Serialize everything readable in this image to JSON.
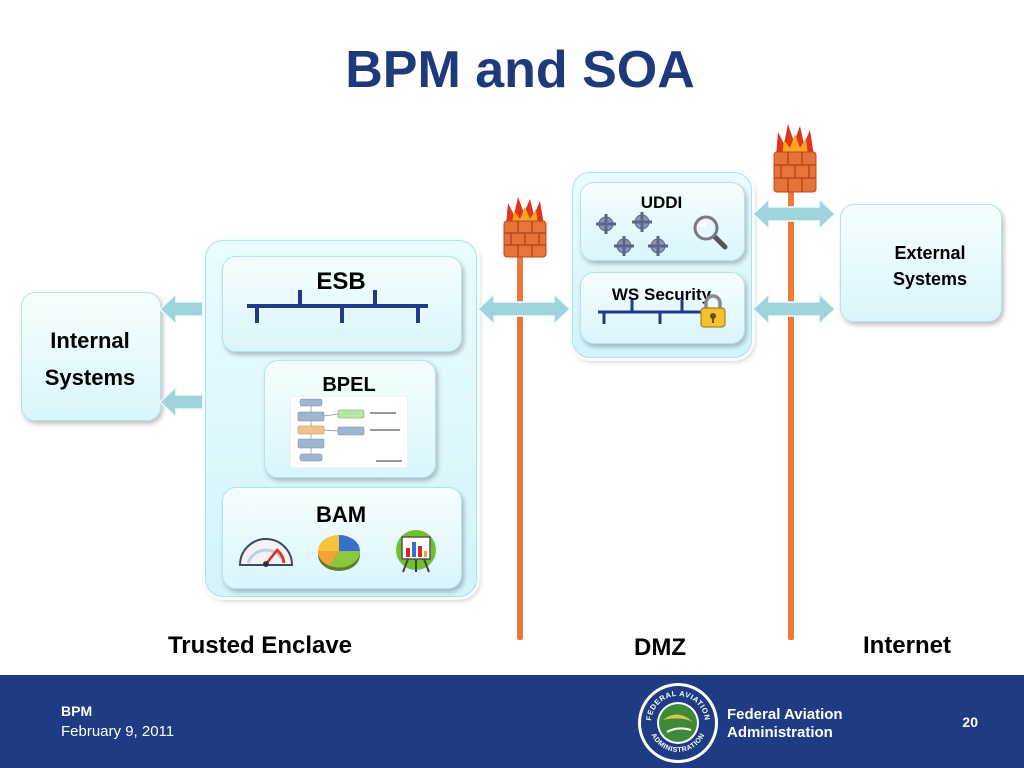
{
  "slide": {
    "title": "BPM and SOA",
    "page_number": "20"
  },
  "diagram": {
    "internal_systems": "Internal Systems",
    "esb": "ESB",
    "bpel": "BPEL",
    "bam": "BAM",
    "uddi": "UDDI",
    "ws_security": "WS Security",
    "external_systems": "External Systems",
    "zones": {
      "trusted_enclave": "Trusted Enclave",
      "dmz": "DMZ",
      "internet": "Internet"
    }
  },
  "footer": {
    "label": "BPM",
    "date": "February 9, 2011",
    "org_line1": "Federal Aviation",
    "org_line2": "Administration",
    "seal_top": "FEDERAL AVIATION",
    "seal_bottom": "ADMINISTRATION"
  },
  "colors": {
    "title": "#1f3a7a",
    "footer_bg": "#1e3b83",
    "firewall_pole": "#e87a3c",
    "arrow": "#9fd4dc"
  }
}
